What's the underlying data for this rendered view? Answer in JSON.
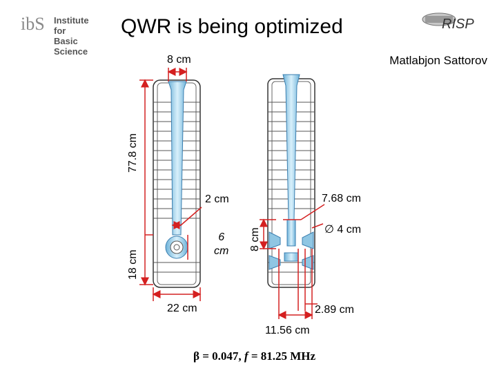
{
  "header": {
    "title": "QWR is being optimized",
    "author": "Matlabjon Sattorov",
    "logo_left": {
      "mark": "ibS",
      "line1": "Institute for",
      "line2": "Basic Science"
    },
    "logo_right": {
      "text": "RISP"
    }
  },
  "left_cavity": {
    "top_width": "8 cm",
    "height": "77.8 cm",
    "inner_width": "2 cm",
    "bottom_height": "18 cm",
    "inner_gap": "6\ncm",
    "outer_width": "22 cm"
  },
  "right_cavity": {
    "top_diameter": "7.68 cm",
    "gap_height": "8 cm",
    "beam_pipe": "∅ 4 cm",
    "gap": "2.89 cm",
    "length": "11.56 cm"
  },
  "formula": {
    "beta_symbol": "β",
    "beta_value": " = 0.047,  ",
    "f_symbol": "f",
    "f_value": " = 81.25 MHz"
  },
  "colors": {
    "dimension_line": "#d42020",
    "conductor": "#a9d9f0",
    "conductor_edge": "#3b7fb0",
    "outline": "#333333"
  }
}
